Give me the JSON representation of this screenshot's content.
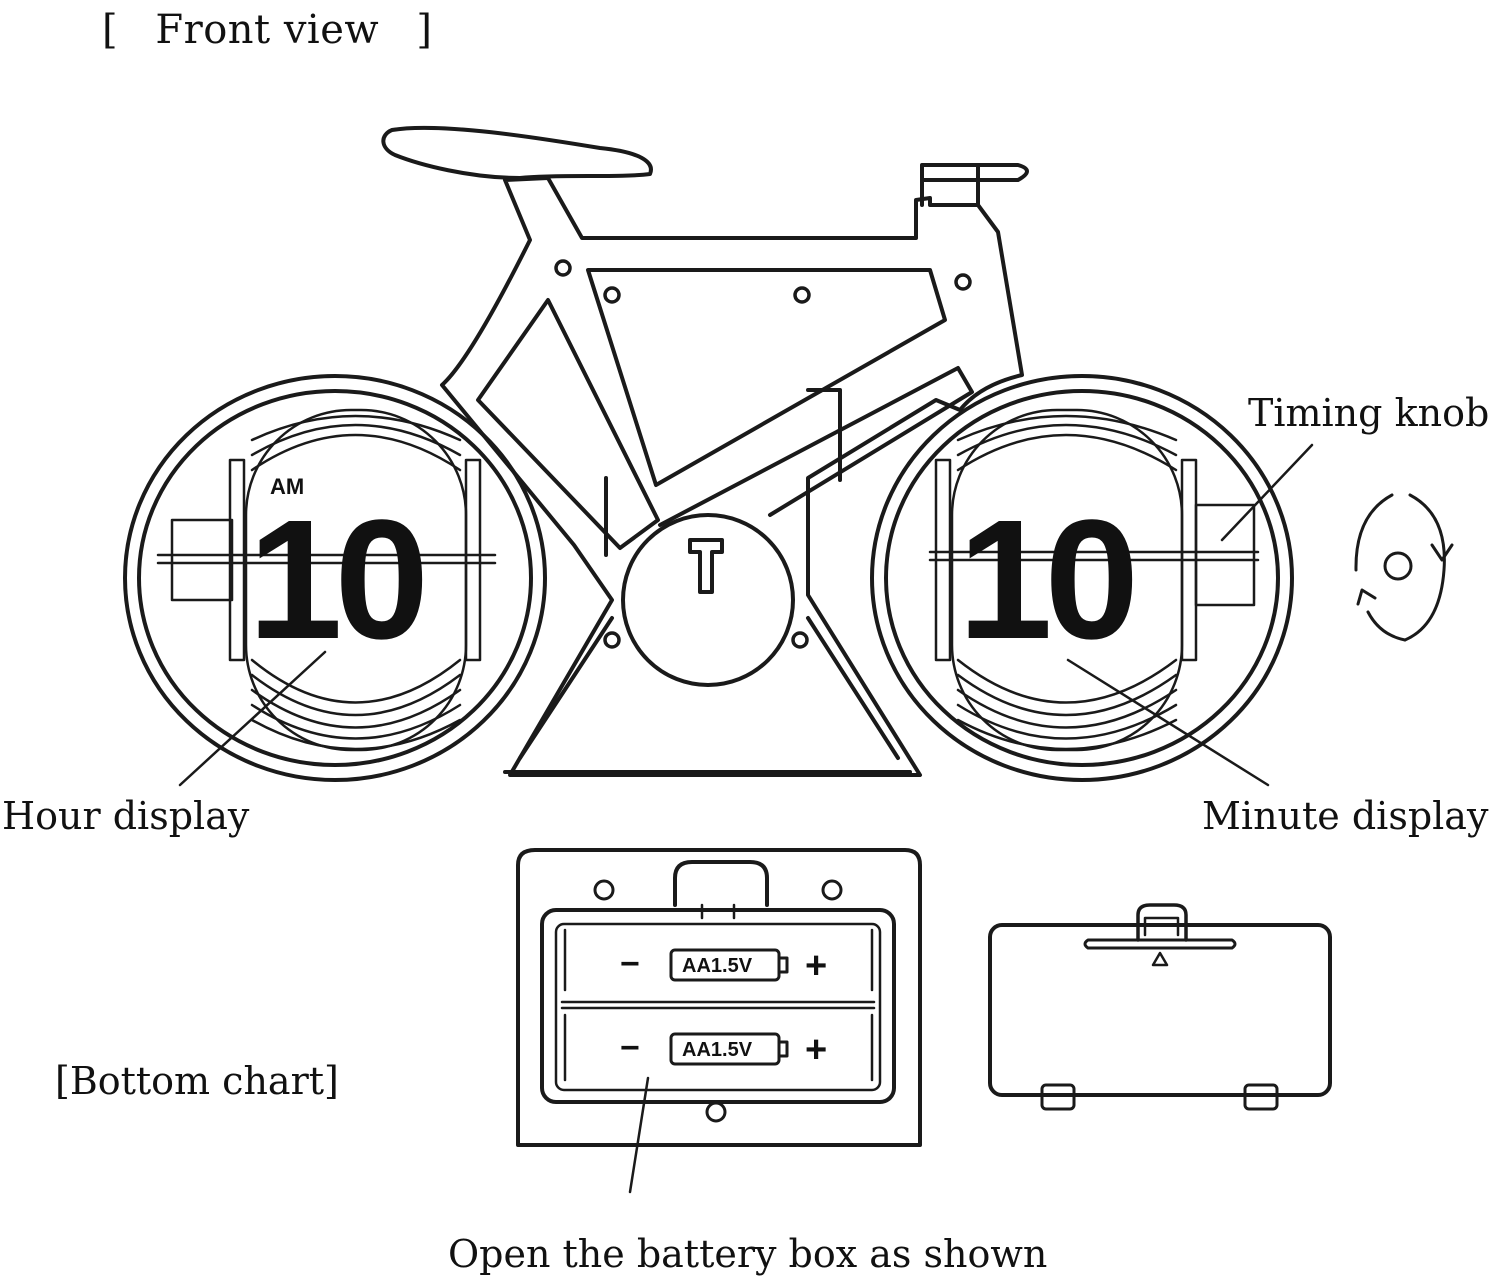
{
  "title_front": "Front view",
  "title_bottom": "Bottom chart",
  "labels": {
    "hour_display": "Hour display",
    "minute_display": "Minute display",
    "timing_knob": "Timing knob",
    "battery_instruction": "Open the battery box as shown"
  },
  "clock": {
    "hour_value": "10",
    "minute_value": "10",
    "am_indicator": "AM"
  },
  "battery": {
    "cell_label": "AA1.5V",
    "negative_symbol": "−",
    "positive_symbol": "+"
  },
  "colors": {
    "line": "#1a1a1a",
    "background": "#ffffff"
  },
  "icons": [
    "rotate-cycle-icon",
    "battery-icon"
  ]
}
